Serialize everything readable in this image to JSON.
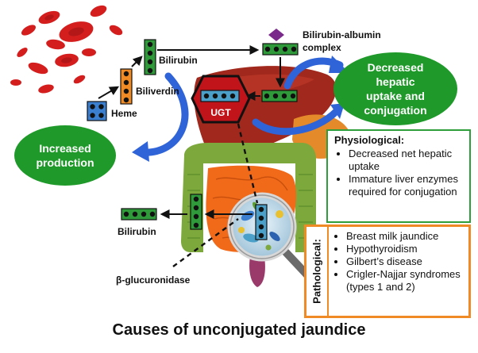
{
  "title": "Causes of unconjugated jaundice",
  "labels": {
    "heme": "Heme",
    "biliverdin": "Biliverdin",
    "bilirubin_top": "Bilirubin",
    "albumin_complex_line1": "Bilirubin-albumin",
    "albumin_complex_line2": "complex",
    "ugt": "UGT",
    "bilirubin_gut": "Bilirubin",
    "beta_glucuronidase": "β-glucuronidase"
  },
  "callouts": {
    "increased_production_line1": "Increased",
    "increased_production_line2": "production",
    "decreased_uptake_line1": "Decreased",
    "decreased_uptake_line2": "hepatic",
    "decreased_uptake_line3": "uptake and",
    "decreased_uptake_line4": "conjugation"
  },
  "physiological": {
    "title": "Physiological:",
    "items": [
      "Decreased net hepatic uptake",
      "Immature liver enzymes required for conjugation"
    ]
  },
  "pathological": {
    "title": "Pathological:",
    "items": [
      "Breast milk jaundice",
      "Hypothyroidism",
      "Gilbert’s disease",
      "Crigler-Najjar syndromes (types 1 and 2)"
    ]
  },
  "colors": {
    "green_callout": "#1f9a2a",
    "bilirubin_box": "#2f9a3a",
    "biliverdin_box": "#f08a24",
    "heme_box": "#3a7fd0",
    "ugt_box": "#4aa0c8",
    "arrow_blue": "#2f63d8",
    "liver": "#a0281c",
    "gut": "#f06a1a",
    "colon": "#7ca83c",
    "albumin": "#7a2a8a",
    "pathological_border": "#f08a24",
    "physiological_border": "#2e9e3a"
  }
}
